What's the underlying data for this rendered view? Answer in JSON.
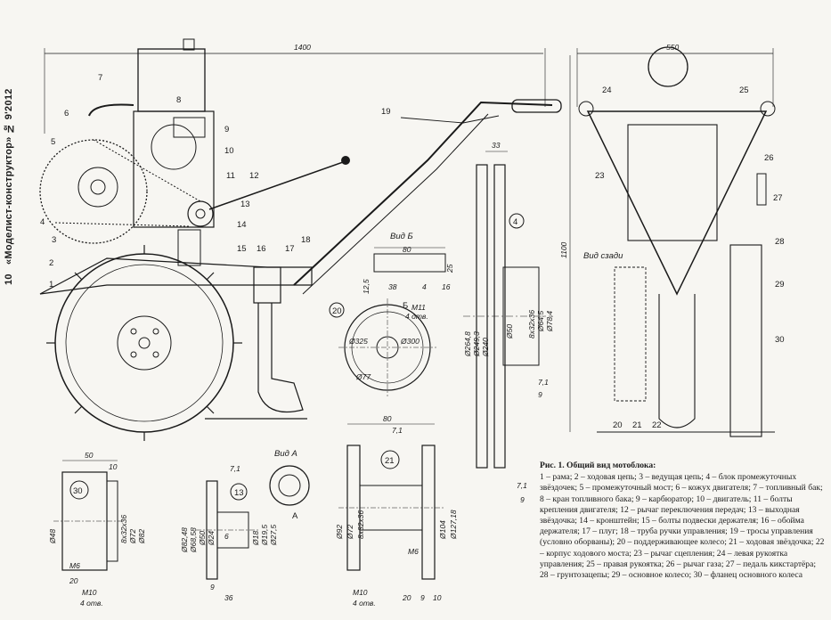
{
  "header": {
    "page_number": "10",
    "journal": "«Моделист-конструктор» № 9'2012"
  },
  "caption": {
    "title": "Рис. 1. Общий вид мотоблока:",
    "items": [
      "1 – рама;",
      "2 – ходовая цепь;",
      "3 – ведущая цепь;",
      "4 – блок промежуточных звёздочек;",
      "5 – промежуточный мост;",
      "6 – кожух двигателя;",
      "7 – топливный бак;",
      "8 – кран топливного бака;",
      "9 – карбюратор;",
      "10 – двигатель;",
      "11 – болты крепления двигателя;",
      "12 – рычаг переключения передач;",
      "13 – выходная звёздочка;",
      "14 – кронштейн;",
      "15 – болты подвески держателя;",
      "16 – обойма держателя;",
      "17 – плуг;",
      "18 – труба ручки управления;",
      "19 – тросы управления (условно оборваны);",
      "20 – поддерживающее колесо;",
      "21 – ходовая звёздочка;",
      "22 – корпус ходового моста;",
      "23 – рычаг сцепления;",
      "24 – левая рукоятка управления;",
      "25 – правая рукоятка;",
      "26 – рычаг газа;",
      "27 – педаль кикстартёра;",
      "28 – грунтозацепы;",
      "29 – основное колесо;",
      "30 – фланец основного колеса"
    ]
  },
  "views": {
    "view_b": "Вид Б",
    "view_a": "Вид А",
    "rear_view": "Вид сзади",
    "section_b": "Б",
    "section_a": "А"
  },
  "callouts": {
    "side": [
      "1",
      "2",
      "3",
      "4",
      "5",
      "6",
      "7",
      "8",
      "9",
      "10",
      "11",
      "12",
      "13",
      "14",
      "15",
      "16",
      "17",
      "18",
      "19"
    ],
    "rear": [
      "20",
      "21",
      "22",
      "23",
      "24",
      "25",
      "26",
      "27",
      "28",
      "29",
      "30"
    ],
    "detail_4": "4",
    "detail_20": "20",
    "detail_30": "30",
    "detail_13": "13",
    "detail_21": "21"
  },
  "dimensions": {
    "overall_length": "1400",
    "overall_width": "550",
    "overall_height": "1100",
    "d4": [
      "33",
      "Ø264,8",
      "Ø249,3",
      "Ø240",
      "Ø50",
      "8x32x36",
      "Ø64,5",
      "Ø78,4",
      "7,1",
      "9"
    ],
    "d20": [
      "80",
      "25",
      "12,5",
      "38",
      "4",
      "16",
      "M11",
      "4 отв.",
      "Ø325",
      "Ø300",
      "Ø77"
    ],
    "d30": [
      "50",
      "10",
      "8x32x36",
      "Ø72",
      "Ø82",
      "Ø48",
      "M6",
      "20",
      "M10",
      "4 отв."
    ],
    "d13": [
      "7,1",
      "Ø82,48",
      "Ø68,58",
      "Ø50",
      "Ø24",
      "6",
      "Ø18",
      "Ø19,5",
      "Ø27,5",
      "9",
      "36"
    ],
    "d21": [
      "80",
      "7,1",
      "Ø92",
      "Ø72",
      "8x32x36",
      "Ø104",
      "Ø127,18",
      "M6",
      "M10",
      "4 отв.",
      "20",
      "9",
      "10",
      "7,1",
      "9"
    ]
  }
}
